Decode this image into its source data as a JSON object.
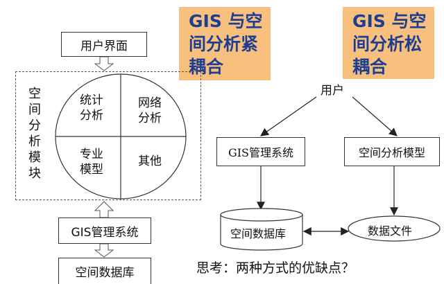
{
  "banners": {
    "tight": {
      "line1": "GIS 与空",
      "line2": "间分析紧",
      "line3": "耦合"
    },
    "loose": {
      "line1": "GIS 与空",
      "line2": "间分析松",
      "line3": "耦合"
    }
  },
  "left": {
    "ui_box": "用户界面",
    "module_label": "空间分析模块",
    "quadrants": {
      "top_left": {
        "line1": "统计",
        "line2": "分析"
      },
      "top_right": {
        "line1": "网络",
        "line2": "分析"
      },
      "bottom_left": {
        "line1": "专业",
        "line2": "模型"
      },
      "bottom_right": {
        "line1": "其他"
      }
    },
    "gis_box": "GIS管理系统",
    "db_box": "空间数据库"
  },
  "right": {
    "user": "用户",
    "gis_box": "GIS管理系统",
    "model_box": "空间分析模型",
    "db_cylinder": "空间数据库",
    "data_file": "数据文件"
  },
  "question": "思考：两种方式的优缺点？",
  "colors": {
    "banner_bg": "#f7c07f",
    "banner_text": "#1e3f91"
  }
}
